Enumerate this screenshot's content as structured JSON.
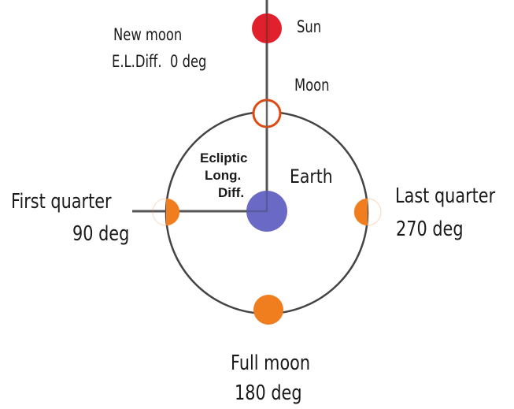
{
  "labels": {
    "new_moon": "New moon",
    "el_diff_zero": "E.L.Diff.  0 deg",
    "sun": "Sun",
    "moon": "Moon",
    "ecliptic_line1": "Ecliptic",
    "ecliptic_line2": "Long.",
    "ecliptic_line3": "Diff.",
    "earth": "Earth",
    "first_quarter": "First quarter",
    "first_quarter_deg": "90 deg",
    "last_quarter": "Last quarter",
    "last_quarter_deg": "270 deg",
    "full_moon": "Full moon",
    "full_moon_deg": "180 deg"
  },
  "colors": {
    "sun": "#e0202c",
    "moon_outline": "#e04a12",
    "moon_lit": "#f07d1e",
    "earth": "#6a6ac6",
    "orbit": "#444444",
    "line": "#555555"
  }
}
